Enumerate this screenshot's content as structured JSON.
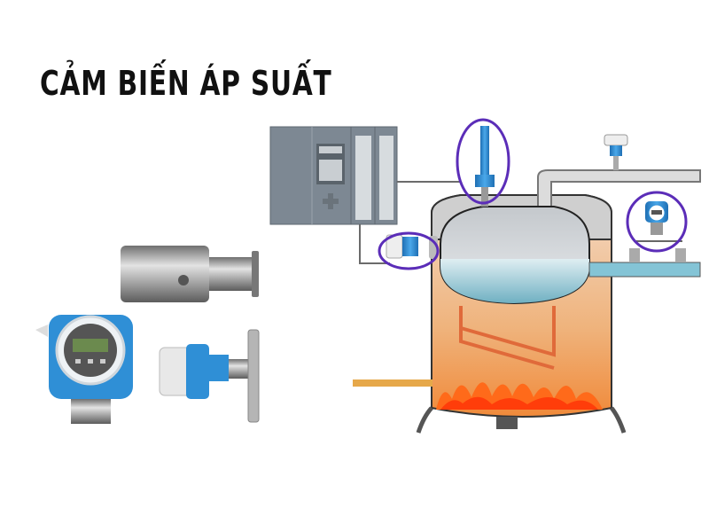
{
  "title": "CẢM BIẾN ÁP SUẤT",
  "colors": {
    "highlight_circle": "#5b2db8",
    "sensor_blue": "#2f8fd6",
    "plc_gray": "#7a8591",
    "furnace_orange": "#f0a050",
    "water_blue": "#8ec5d6",
    "flame": "#ff6a1a"
  },
  "diagram": {
    "plc": "plc-controller",
    "vessel": "boiler-vessel",
    "highlighted_sensors": [
      "safety-valve-sensor",
      "side-pressure-sensor",
      "differential-pressure-transmitter"
    ],
    "products": [
      "cylindrical-pressure-sensor",
      "display-pressure-transmitter",
      "flange-pressure-sensor"
    ]
  }
}
